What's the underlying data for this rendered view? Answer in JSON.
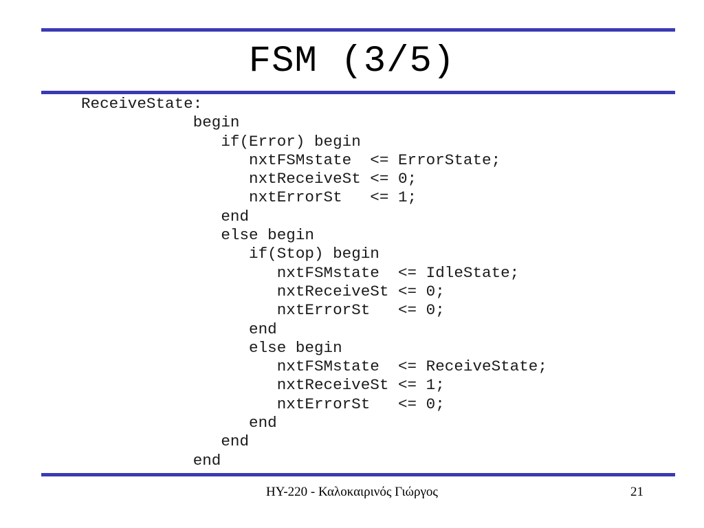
{
  "slide": {
    "title": "FSM (3/5)",
    "rule_color": "#3a3ab4",
    "code_lines": [
      {
        "indent": 0,
        "text": "ReceiveState:"
      },
      {
        "indent": 12,
        "text": "begin"
      },
      {
        "indent": 15,
        "text": "if(Error) begin"
      },
      {
        "indent": 18,
        "text": "nxtFSMstate  <= ErrorState;"
      },
      {
        "indent": 18,
        "text": "nxtReceiveSt <= 0;"
      },
      {
        "indent": 18,
        "text": "nxtErrorSt   <= 1;"
      },
      {
        "indent": 15,
        "text": "end"
      },
      {
        "indent": 15,
        "text": "else begin"
      },
      {
        "indent": 18,
        "text": "if(Stop) begin"
      },
      {
        "indent": 21,
        "text": "nxtFSMstate  <= IdleState;"
      },
      {
        "indent": 21,
        "text": "nxtReceiveSt <= 0;"
      },
      {
        "indent": 21,
        "text": "nxtErrorSt   <= 0;"
      },
      {
        "indent": 18,
        "text": "end"
      },
      {
        "indent": 18,
        "text": "else begin"
      },
      {
        "indent": 21,
        "text": "nxtFSMstate  <= ReceiveState;"
      },
      {
        "indent": 21,
        "text": "nxtReceiveSt <= 1;"
      },
      {
        "indent": 21,
        "text": "nxtErrorSt   <= 0;"
      },
      {
        "indent": 18,
        "text": "end"
      },
      {
        "indent": 15,
        "text": "end"
      },
      {
        "indent": 12,
        "text": "end"
      }
    ],
    "footer": {
      "course": "HY-220 - Καλοκαιρινός Γιώργος",
      "page_number": "21"
    }
  }
}
